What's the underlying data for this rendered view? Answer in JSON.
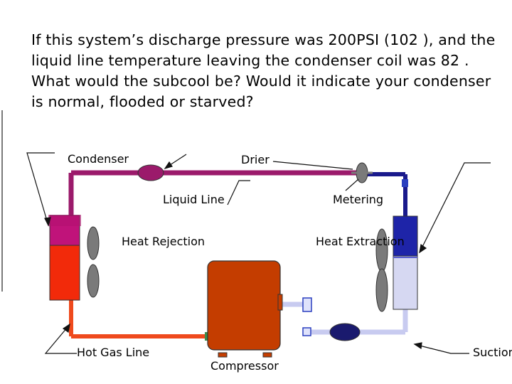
{
  "question": "If this system’s discharge pressure was 200PSI (102 ), and the liquid line temperature leaving the condenser coil was 82 . What would the subcool be? Would it indicate your condenser is normal, flooded or starved?",
  "labels": {
    "condenser": "Condenser",
    "drier": "Drier",
    "liquid_line": "Liquid Line",
    "metering": "Metering",
    "heat_rejection": "Heat Rejection",
    "heat_extraction": "Heat Extraction",
    "hot_gas_line": "Hot Gas Line",
    "compressor": "Compressor",
    "suction": "Suction"
  },
  "colors": {
    "liquid_line": "#9b1a6b",
    "hot_gas": "#ef4a1d",
    "metering_line": "#1a1a8c",
    "suction_line": "#c8cbf0",
    "compressor": "#c43d00",
    "condenser_liquid": "#c0137a",
    "condenser_gas": "#f22a0a",
    "evaporator_liquid": "#1e24a8",
    "evaporator_vapor": "#d6d8f2",
    "fan_blade": "#7a7a7a"
  }
}
